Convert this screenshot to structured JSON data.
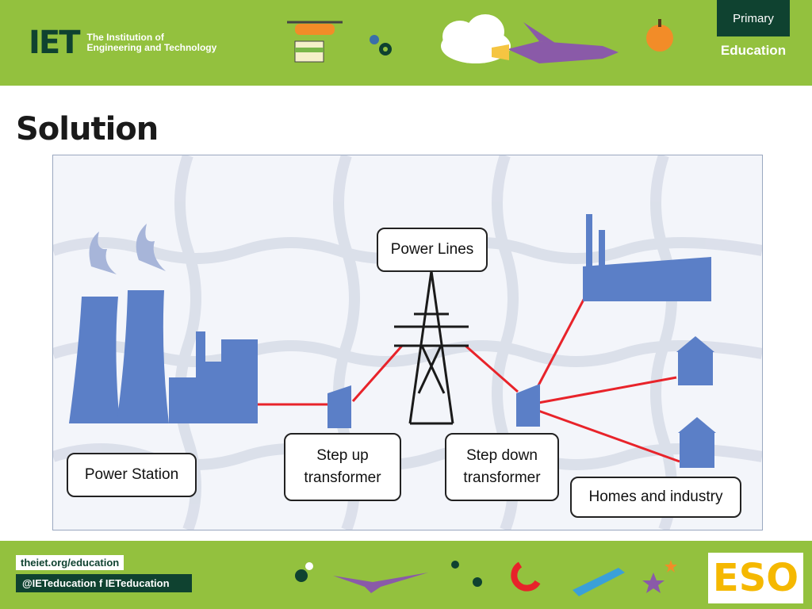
{
  "header": {
    "logo_mark": "IET",
    "logo_line1": "The Institution of",
    "logo_line2": "Engineering and Technology",
    "primary": "Primary",
    "education": "Education"
  },
  "title": "Solution",
  "diagram": {
    "labels": {
      "power_station": "Power Station",
      "step_up_line1": "Step up",
      "step_up_line2": "transformer",
      "power_lines": "Power Lines",
      "step_down_line1": "Step down",
      "step_down_line2": "transformer",
      "homes_industry": "Homes and industry"
    },
    "colors": {
      "shape": "#5b7fc7",
      "wire": "#e8232a",
      "pylon": "#1a1a1a"
    }
  },
  "footer": {
    "website": "theiet.org/education",
    "social": "@IETeducation  f IETeducation",
    "badge": "ESO"
  }
}
